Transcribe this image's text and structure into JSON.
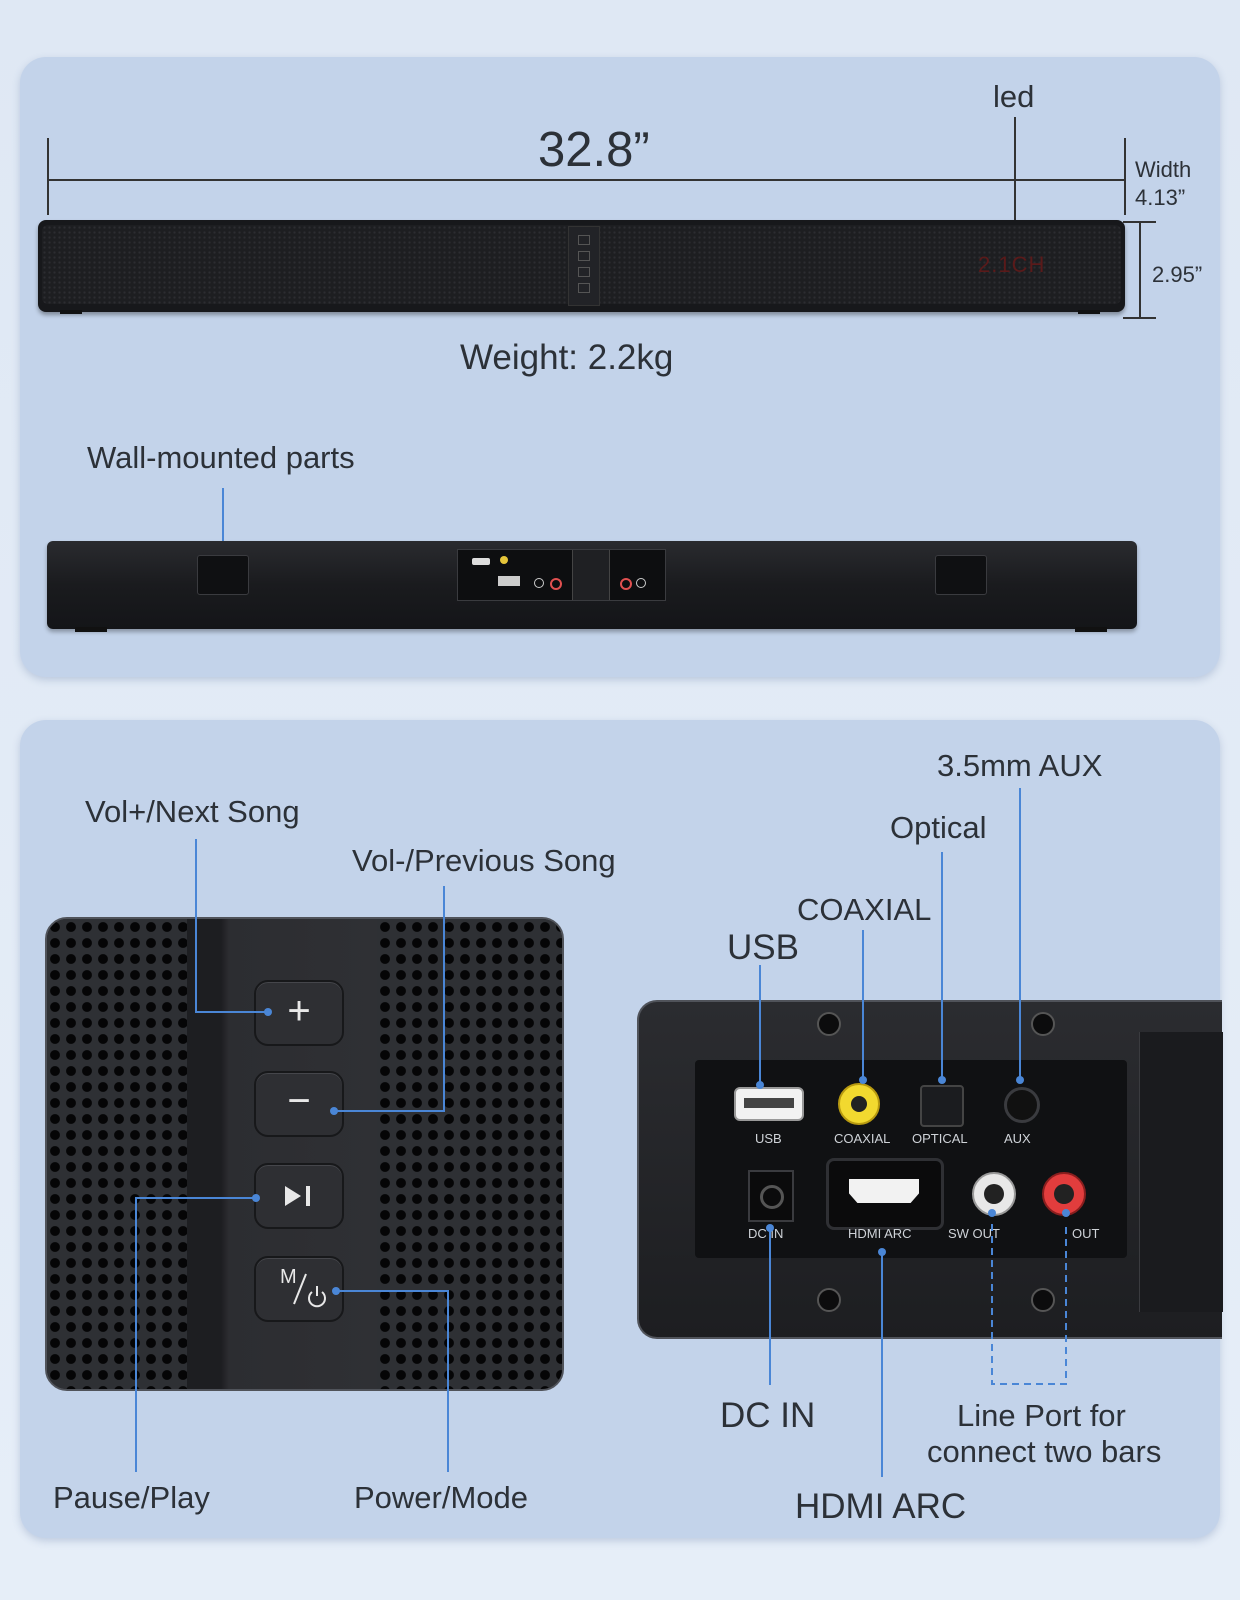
{
  "top": {
    "length_label": "32.8”",
    "led_label": "led",
    "width_title": "Width",
    "width_value": "4.13”",
    "height_value": "2.95”",
    "weight_label": "Weight: 2.2kg",
    "wall_label": "Wall-mounted parts",
    "display_text": "2.1CH"
  },
  "buttons": {
    "vol_up": "Vol+/Next Song",
    "vol_down": "Vol-/Previous Song",
    "pause_play": "Pause/Play",
    "power_mode": "Power/Mode",
    "mode_glyph": "M"
  },
  "ports": {
    "aux_callout": "3.5mm AUX",
    "optical_callout": "Optical",
    "coaxial_callout": "COAXIAL",
    "usb_callout": "USB",
    "dc_callout": "DC IN",
    "hdmi_callout": "HDMI ARC",
    "line_callout_1": "Line Port for",
    "line_callout_2": "connect two bars",
    "small": {
      "usb": "USB",
      "coaxial": "COAXIAL",
      "optical": "OPTICAL",
      "aux": "AUX",
      "dc": "DC IN",
      "hdmi": "HDMI ARC",
      "sw_out": "SW OUT",
      "out": "OUT"
    }
  },
  "colors": {
    "panel": "#c3d3ea",
    "callout_line": "#4a86d6",
    "bar": "#1b1c1f"
  }
}
